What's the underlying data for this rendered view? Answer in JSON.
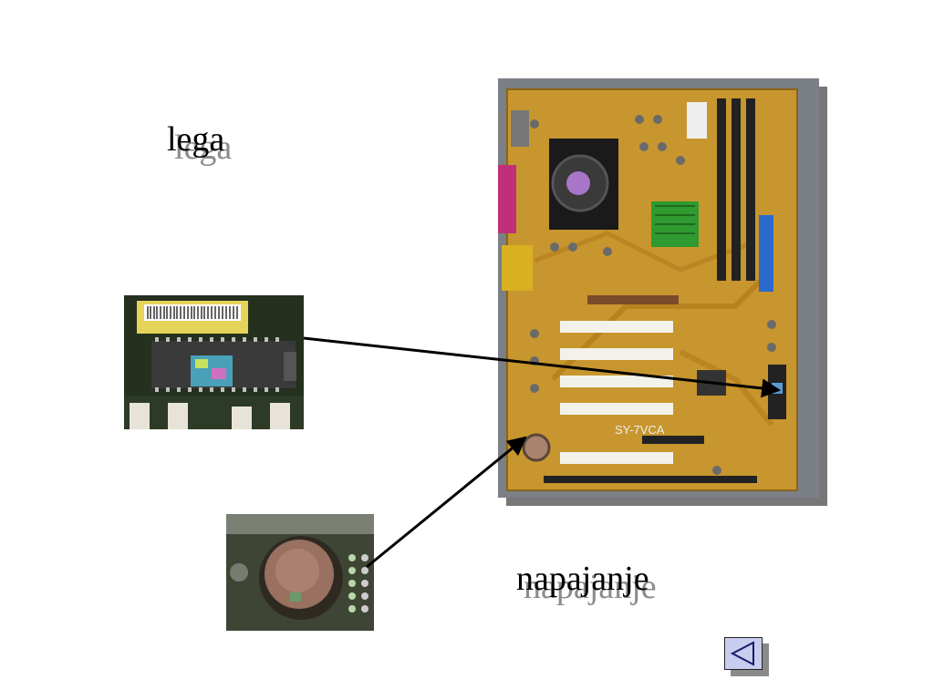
{
  "labels": {
    "chip": "lega",
    "battery": "napajanje"
  },
  "motherboard": {
    "model_text": "SY-7VCA"
  },
  "navigation": {
    "back_icon": "triangle-left-icon"
  },
  "colors": {
    "label_shadow": "#8c8c8c",
    "button_fill": "#c8cdf0",
    "pcb": "#c8962e"
  }
}
